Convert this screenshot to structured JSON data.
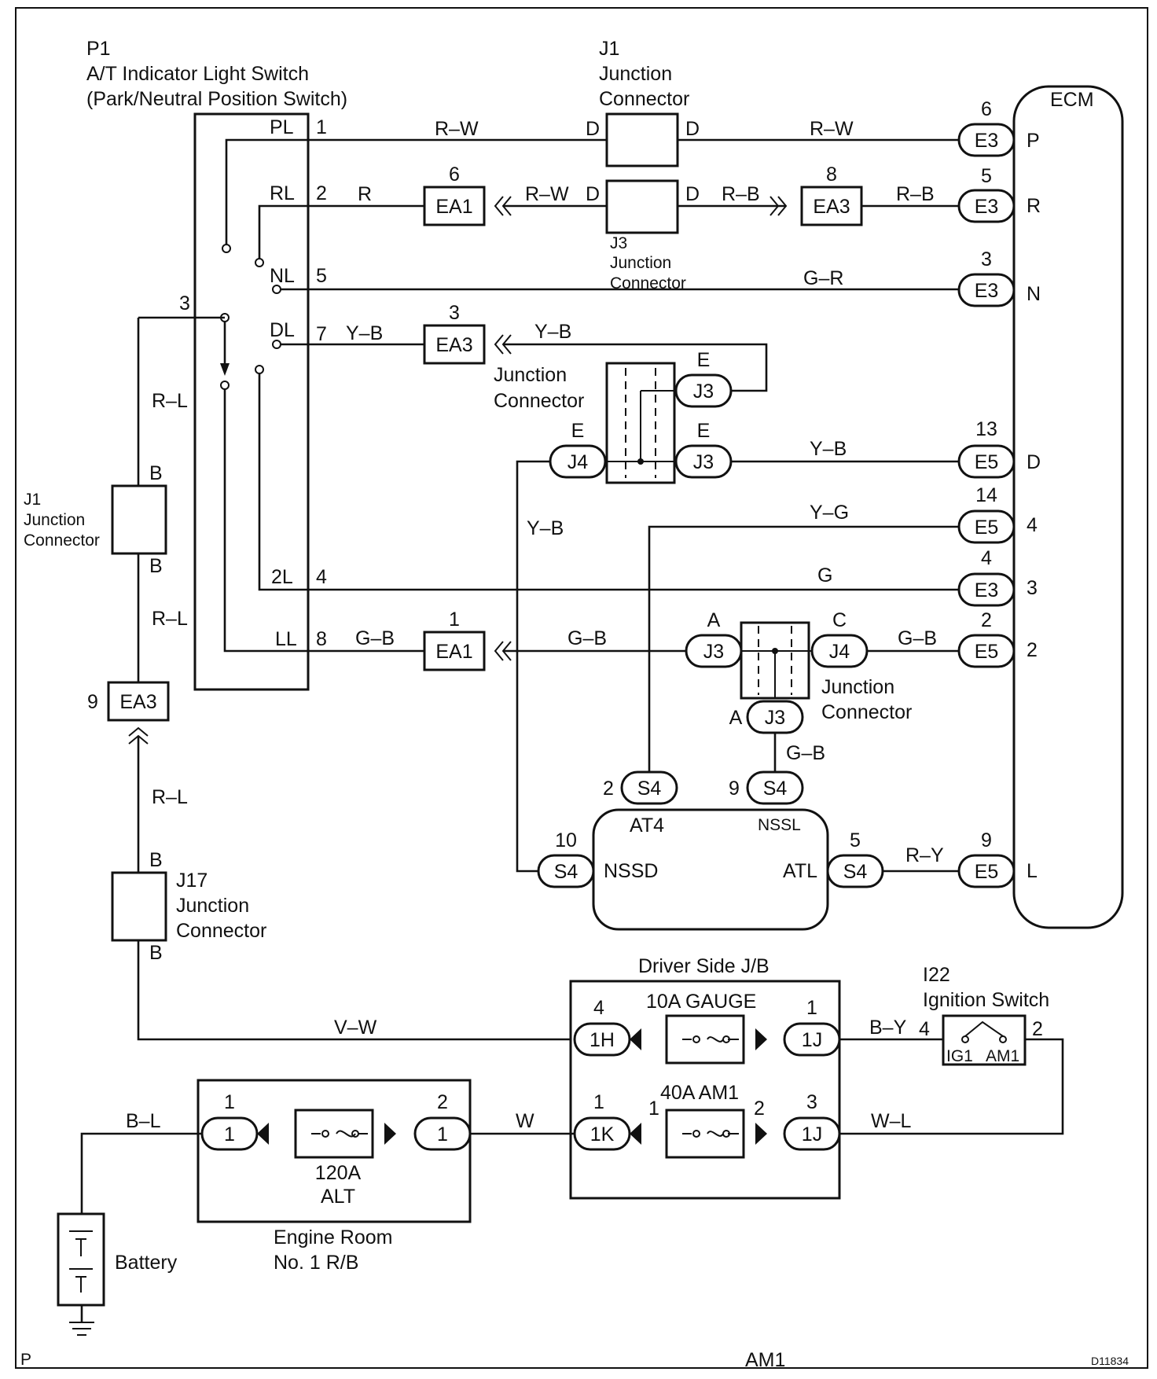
{
  "components": {
    "p1": {
      "code": "P1",
      "name": "A/T Indicator Light Switch",
      "subname": "(Park/Neutral Position Switch)"
    },
    "j1_top": {
      "code": "J1",
      "line1": "Junction",
      "line2": "Connector"
    },
    "j1_left": {
      "code": "J1",
      "line1": "Junction",
      "line2": "Connector"
    },
    "j3_mid": {
      "code": "J3",
      "line1": "Junction",
      "line2": "Connector"
    },
    "jc_mid": {
      "line1": "Junction",
      "line2": "Connector"
    },
    "jc_right": {
      "line1": "Junction",
      "line2": "Connector"
    },
    "j17": {
      "code": "J17",
      "line1": "Junction",
      "line2": "Connector"
    },
    "ecm": {
      "name": "ECM"
    },
    "driver_jb": {
      "name": "Driver Side J/B"
    },
    "ignition": {
      "code": "I22",
      "name": "Ignition Switch",
      "ig1": "IG1",
      "am1": "AM1"
    },
    "engine_rb": {
      "line1": "Engine Room",
      "line2": "No. 1 R/B"
    },
    "battery": {
      "name": "Battery"
    },
    "fuse_gauge": {
      "label": "10A GAUGE"
    },
    "fuse_am1": {
      "label": "40A AM1"
    },
    "fuse_alt": {
      "line1": "120A",
      "line2": "ALT"
    },
    "actuator": {
      "at4": "AT4",
      "nssl": "NSSL",
      "nssd": "NSSD",
      "atl": "ATL"
    }
  },
  "terminals": {
    "pl": "PL",
    "rl": "RL",
    "nl": "NL",
    "dl": "DL",
    "l2": "2L",
    "ll": "LL",
    "pin1": "1",
    "pin2": "2",
    "pin5": "5",
    "pin7": "7",
    "pin4": "4",
    "pin8": "8",
    "pin3": "3",
    "ecm_p": "P",
    "ecm_r": "R",
    "ecm_n": "N",
    "ecm_d": "D",
    "ecm_4": "4",
    "ecm_3": "3",
    "ecm_2": "2",
    "ecm_l": "L",
    "d": "D",
    "b": "B",
    "e": "E",
    "a": "A",
    "c": "C"
  },
  "connectors": {
    "e3": "E3",
    "e5": "E5",
    "ea1": "EA1",
    "ea3": "EA3",
    "j3": "J3",
    "j4": "J4",
    "s4": "S4",
    "h1": "1H",
    "j1c": "1J",
    "k1": "1K",
    "one": "1"
  },
  "pins": {
    "p6": "6",
    "p5": "5",
    "p3": "3",
    "p13": "13",
    "p14": "14",
    "p4": "4",
    "p2": "2",
    "p9": "9",
    "p1": "1",
    "p8": "8",
    "p10": "10"
  },
  "wires": {
    "rw": "R–W",
    "r": "R",
    "rb": "R–B",
    "gr": "G–R",
    "yb": "Y–B",
    "yg": "Y–G",
    "g": "G",
    "gb": "G–B",
    "ry": "R–Y",
    "rl": "R–L",
    "vw": "V–W",
    "by": "B–Y",
    "w": "W",
    "wl": "W–L",
    "bl": "B–L"
  },
  "footer": {
    "left": "P",
    "center": "AM1",
    "right": "D11834"
  }
}
